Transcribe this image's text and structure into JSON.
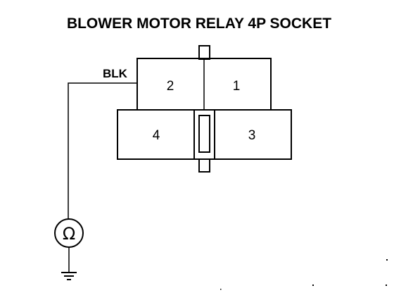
{
  "title": "BLOWER MOTOR RELAY 4P SOCKET",
  "wire_label": "BLK",
  "terminals": {
    "t1": "1",
    "t2": "2",
    "t3": "3",
    "t4": "4"
  },
  "meter_symbol": "Ω",
  "meter_icon": "ohmmeter-icon",
  "ground_icon": "ground-icon"
}
